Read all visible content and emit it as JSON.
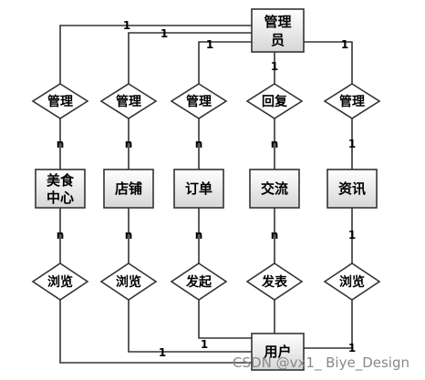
{
  "entities": {
    "admin_line1": "管理",
    "admin_line2": "员",
    "food_line1": "美食",
    "food_line2": "中心",
    "shop": "店铺",
    "order": "订单",
    "exchange": "交流",
    "news": "资讯",
    "user": "用户"
  },
  "relations": {
    "manage": "管理",
    "reply": "回复",
    "browse": "浏览",
    "initiate": "发起",
    "publish": "发表"
  },
  "cardinality": {
    "one": "1",
    "many": "n"
  },
  "watermark": "CSDN @vx1_ Biye_Design",
  "colors": {
    "line": "#333333",
    "entity_fill_top": "#ffffff",
    "entity_fill_bottom": "#d9d9d9",
    "relation_fill": "#ffffff"
  }
}
